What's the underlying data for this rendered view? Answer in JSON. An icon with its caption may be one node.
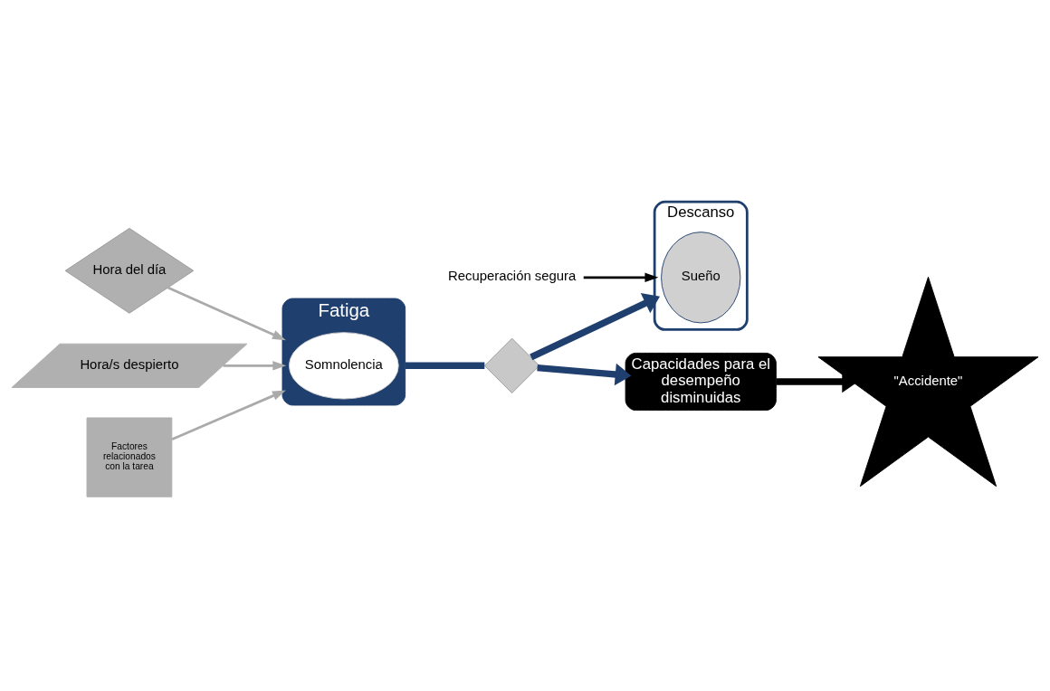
{
  "diagram": {
    "nodes": [
      {
        "text": [
          "Hora del día"
        ]
      },
      {
        "text": [
          "Hora/s despierto"
        ]
      },
      {
        "text": [
          "Factores relacionados con la tarea"
        ]
      },
      {
        "text": [
          "Fatiga"
        ]
      },
      {
        "text": [
          "Somnolencia"
        ],
        "in": 3
      },
      {
        "text": [],
        "shape": "diamond"
      },
      {
        "text": [
          "Descanso"
        ]
      },
      {
        "text": [
          "Sueño"
        ],
        "in": 6
      },
      {
        "text": [
          "Capacidades para el desempeño disminuidas"
        ]
      },
      {
        "text": [
          "\"Accidente\""
        ]
      },
      {
        "text": [
          "Recuperación segura"
        ]
      }
    ],
    "edges": [
      {
        "from": 0,
        "to": 3,
        "arrow": "to"
      },
      {
        "from": 1,
        "to": 3,
        "arrow": "to"
      },
      {
        "from": 2,
        "to": 3,
        "arrow": "to"
      },
      {
        "from": 3,
        "to": 5,
        "arrow": "none",
        "style": "thick",
        "color": "#1f3f6e"
      },
      {
        "from": 5,
        "to": 6,
        "arrow": "to",
        "style": "thick",
        "color": "#1f3f6e"
      },
      {
        "from": 5,
        "to": 8,
        "arrow": "to",
        "style": "thick",
        "color": "#1f3f6e"
      },
      {
        "from": 8,
        "to": 9,
        "arrow": "to",
        "style": "thick",
        "color": "#000000"
      },
      {
        "from": 10,
        "to": 6,
        "arrow": "to",
        "color": "#000000"
      }
    ]
  }
}
